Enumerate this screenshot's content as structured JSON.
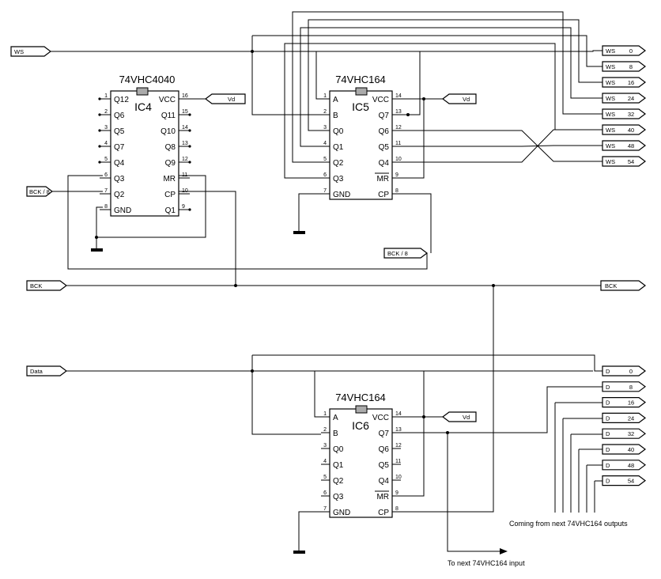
{
  "ic4": {
    "type": "74VHC4040",
    "name": "IC4",
    "left": [
      {
        "pin": "1",
        "label": "Q12"
      },
      {
        "pin": "2",
        "label": "Q6"
      },
      {
        "pin": "3",
        "label": "Q5"
      },
      {
        "pin": "4",
        "label": "Q7"
      },
      {
        "pin": "5",
        "label": "Q4"
      },
      {
        "pin": "6",
        "label": "Q3"
      },
      {
        "pin": "7",
        "label": "Q2"
      },
      {
        "pin": "8",
        "label": "GND"
      }
    ],
    "right": [
      {
        "pin": "16",
        "label": "VCC"
      },
      {
        "pin": "15",
        "label": "Q11"
      },
      {
        "pin": "14",
        "label": "Q10"
      },
      {
        "pin": "13",
        "label": "Q8"
      },
      {
        "pin": "12",
        "label": "Q9"
      },
      {
        "pin": "11",
        "label": "MR"
      },
      {
        "pin": "10",
        "label": "CP"
      },
      {
        "pin": "9",
        "label": "Q1"
      }
    ]
  },
  "ic5": {
    "type": "74VHC164",
    "name": "IC5",
    "left": [
      {
        "pin": "1",
        "label": "A"
      },
      {
        "pin": "2",
        "label": "B"
      },
      {
        "pin": "3",
        "label": "Q0"
      },
      {
        "pin": "4",
        "label": "Q1"
      },
      {
        "pin": "5",
        "label": "Q2"
      },
      {
        "pin": "6",
        "label": "Q3"
      },
      {
        "pin": "7",
        "label": "GND"
      }
    ],
    "right": [
      {
        "pin": "14",
        "label": "VCC"
      },
      {
        "pin": "13",
        "label": "Q7"
      },
      {
        "pin": "12",
        "label": "Q6"
      },
      {
        "pin": "11",
        "label": "Q5"
      },
      {
        "pin": "10",
        "label": "Q4"
      },
      {
        "pin": "9",
        "label": "MR"
      },
      {
        "pin": "8",
        "label": "CP"
      }
    ]
  },
  "ic6": {
    "type": "74VHC164",
    "name": "IC6",
    "left": [
      {
        "pin": "1",
        "label": "A"
      },
      {
        "pin": "2",
        "label": "B"
      },
      {
        "pin": "3",
        "label": "Q0"
      },
      {
        "pin": "4",
        "label": "Q1"
      },
      {
        "pin": "5",
        "label": "Q2"
      },
      {
        "pin": "6",
        "label": "Q3"
      },
      {
        "pin": "7",
        "label": "GND"
      }
    ],
    "right": [
      {
        "pin": "14",
        "label": "VCC"
      },
      {
        "pin": "13",
        "label": "Q7"
      },
      {
        "pin": "12",
        "label": "Q6"
      },
      {
        "pin": "11",
        "label": "Q5"
      },
      {
        "pin": "10",
        "label": "Q4"
      },
      {
        "pin": "9",
        "label": "MR"
      },
      {
        "pin": "8",
        "label": "CP"
      }
    ]
  },
  "signals": {
    "ws": "WS",
    "bck": "BCK",
    "bck8": "BCK / 8",
    "data": "Data",
    "vd": "Vd"
  },
  "ws_outputs": [
    {
      "n": "WS",
      "v": "0"
    },
    {
      "n": "WS",
      "v": "8"
    },
    {
      "n": "WS",
      "v": "16"
    },
    {
      "n": "WS",
      "v": "24"
    },
    {
      "n": "WS",
      "v": "32"
    },
    {
      "n": "WS",
      "v": "40"
    },
    {
      "n": "WS",
      "v": "48"
    },
    {
      "n": "WS",
      "v": "54"
    }
  ],
  "d_outputs": [
    {
      "n": "D",
      "v": "0"
    },
    {
      "n": "D",
      "v": "8"
    },
    {
      "n": "D",
      "v": "16"
    },
    {
      "n": "D",
      "v": "24"
    },
    {
      "n": "D",
      "v": "32"
    },
    {
      "n": "D",
      "v": "40"
    },
    {
      "n": "D",
      "v": "48"
    },
    {
      "n": "D",
      "v": "54"
    }
  ],
  "notes": {
    "coming": "Coming from next 74VHC164 outputs",
    "to_next": "To next 74VHC164 input"
  }
}
